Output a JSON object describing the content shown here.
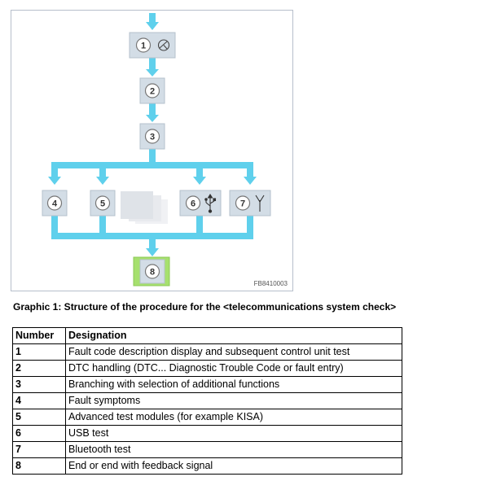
{
  "diagram": {
    "code": "FB8410003",
    "nodes": [
      {
        "id": "1",
        "label": "1",
        "icon": "diagnosis-icon"
      },
      {
        "id": "2",
        "label": "2"
      },
      {
        "id": "3",
        "label": "3"
      },
      {
        "id": "4",
        "label": "4"
      },
      {
        "id": "5",
        "label": "5"
      },
      {
        "id": "6",
        "label": "6",
        "icon": "usb-icon"
      },
      {
        "id": "7",
        "label": "7",
        "icon": "antenna-icon"
      },
      {
        "id": "8",
        "label": "8"
      }
    ],
    "colors": {
      "arrow": "#5fd0ec",
      "node": "#d3dde6",
      "node_end": "#a6e06e",
      "frame": "#b7bfcb"
    }
  },
  "caption": "Graphic 1: Structure of the procedure for the <telecommunications system check>",
  "legend": {
    "headers": [
      "Number",
      "Designation"
    ],
    "rows": [
      {
        "num": "1",
        "text": "Fault code description display and subsequent control unit test"
      },
      {
        "num": "2",
        "text": "DTC handling (DTC... Diagnostic Trouble Code or fault entry)"
      },
      {
        "num": "3",
        "text": "Branching with selection of additional functions"
      },
      {
        "num": "4",
        "text": "Fault symptoms"
      },
      {
        "num": "5",
        "text": "Advanced test modules (for example KISA)"
      },
      {
        "num": "6",
        "text": "USB test"
      },
      {
        "num": "7",
        "text": "Bluetooth test"
      },
      {
        "num": "8",
        "text": "End or end with feedback signal"
      }
    ]
  }
}
